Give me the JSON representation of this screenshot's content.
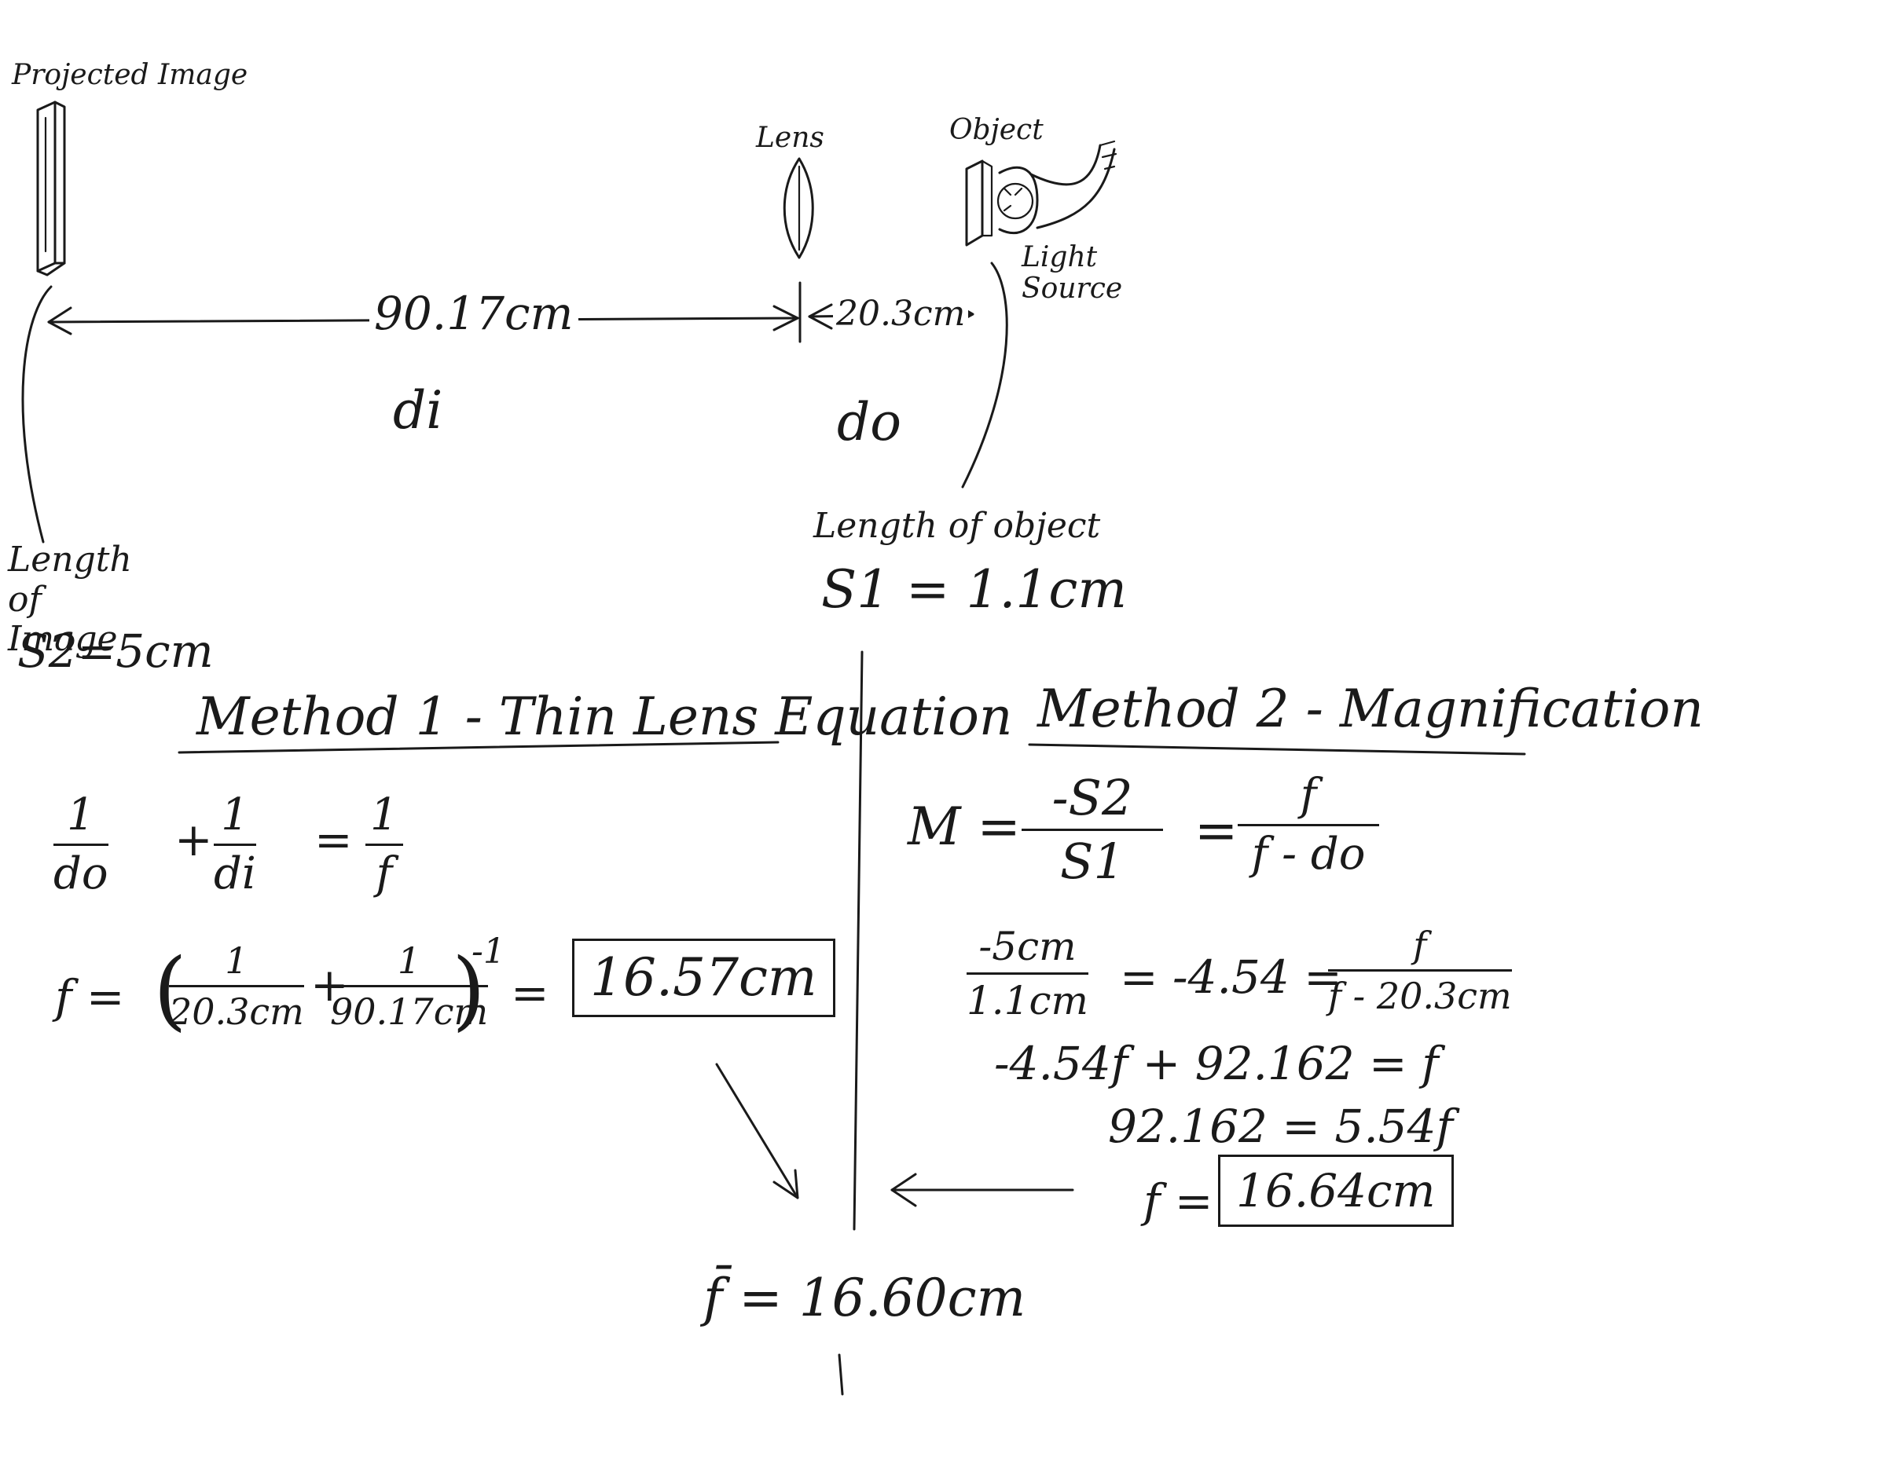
{
  "setup": {
    "projected_image_label": "Projected Image",
    "lens_label": "Lens",
    "object_label": "Object",
    "light_source_label": "Light Source",
    "di_distance": "90.17cm",
    "do_distance": "20.3cm",
    "di_symbol": "di",
    "do_symbol": "do",
    "image_length_label": "Length of Image",
    "image_length_value": "S2=5cm",
    "object_length_label": "Length of object",
    "object_length_value": "S1 = 1.1cm"
  },
  "method1": {
    "title": "Method 1 - Thin Lens Equation",
    "eq1_a_num": "1",
    "eq1_a_den": "do",
    "eq1_b_num": "1",
    "eq1_b_den": "di",
    "eq1_c_num": "1",
    "eq1_c_den": "f",
    "eq2_lhs": "f =",
    "eq2_a_num": "1",
    "eq2_a_den": "20.3cm",
    "eq2_b_num": "1",
    "eq2_b_den": "90.17cm",
    "eq2_exp": "-1",
    "eq2_result": "16.57cm"
  },
  "method2": {
    "title": "Method 2 - Magnification",
    "m_lhs": "M =",
    "m_a_num": "-S2",
    "m_a_den": "S1",
    "m_b_num": "f",
    "m_b_den": "f - do",
    "line2_a_num": "-5cm",
    "line2_a_den": "1.1cm",
    "line2_mid": "= -4.54 =",
    "line2_b_num": "f",
    "line2_b_den": "f - 20.3cm",
    "line3": "-4.54f + 92.162 = f",
    "line4": "92.162 = 5.54f",
    "line5_lhs": "f =",
    "line5_result": "16.64cm"
  },
  "average": "f̄ = 16.60cm"
}
